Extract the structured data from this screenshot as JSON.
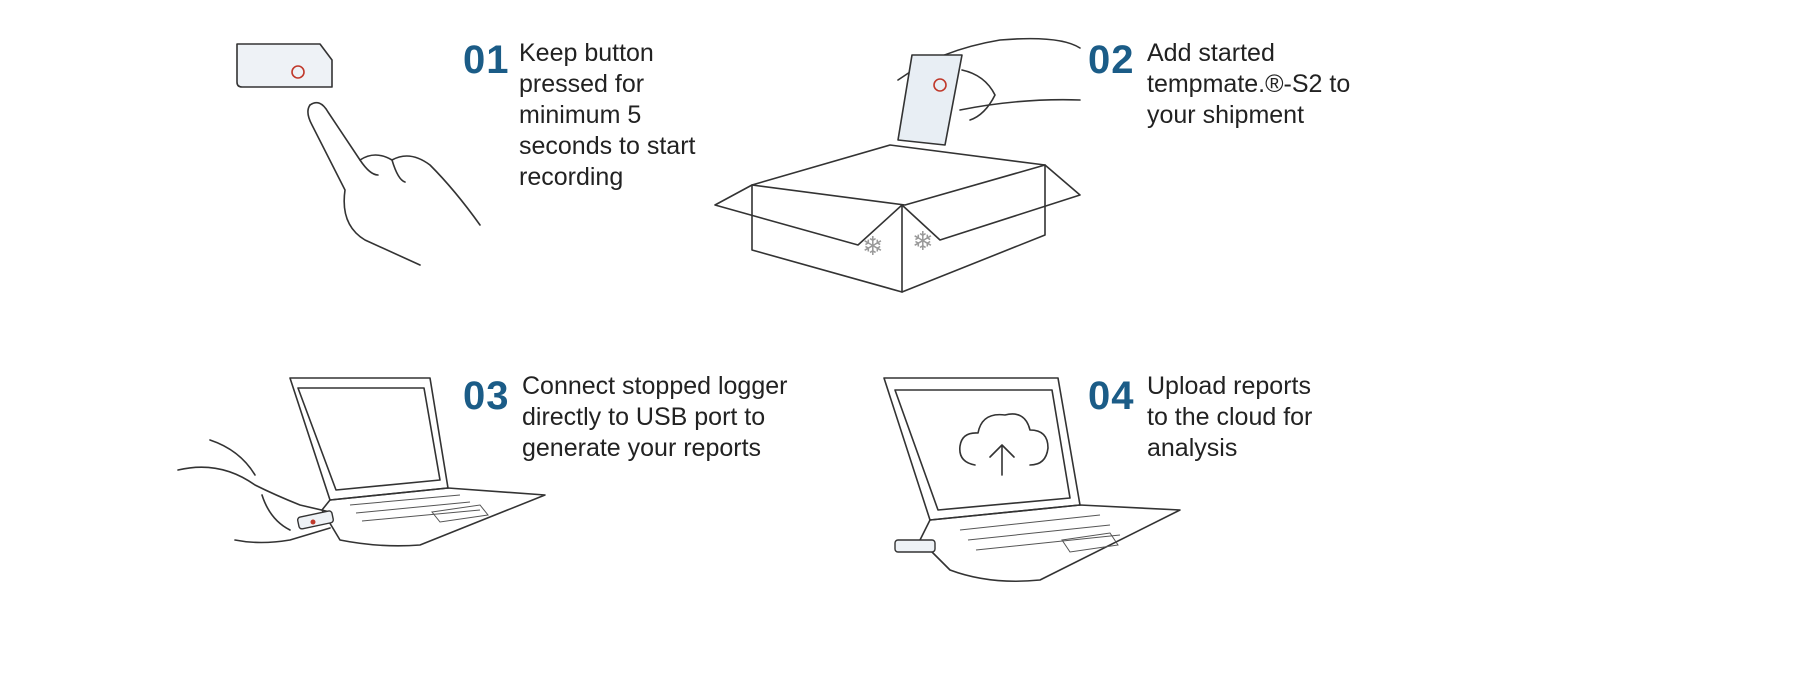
{
  "steps": [
    {
      "number": "01",
      "lines": [
        "Keep button",
        "pressed for",
        "minimum 5",
        "seconds to start",
        "recording"
      ]
    },
    {
      "number": "02",
      "lines": [
        "Add started",
        "to",
        "your shipment"
      ],
      "brand_bold": "temp",
      "brand_rest": "mate.®-S2"
    },
    {
      "number": "03",
      "lines": [
        "Connect stopped logger",
        "directly to USB port to",
        "generate your reports"
      ]
    },
    {
      "number": "04",
      "lines": [
        "Upload reports",
        "to the cloud for",
        "analysis"
      ]
    }
  ],
  "colors": {
    "accent": "#1b5c87",
    "text": "#222222",
    "button": "#c0392b"
  }
}
